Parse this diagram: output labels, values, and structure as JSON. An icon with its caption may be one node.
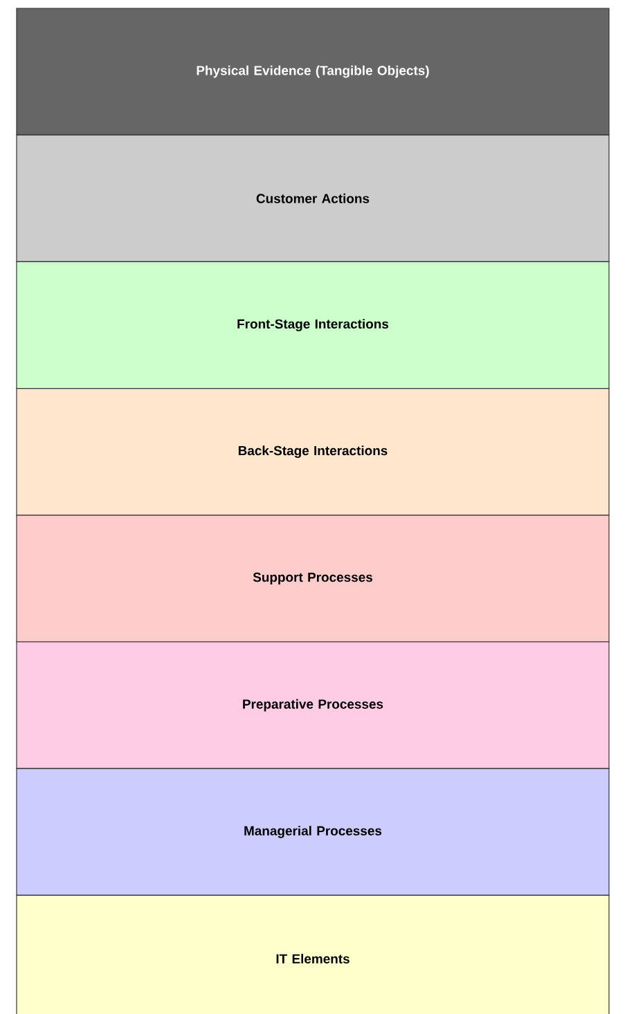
{
  "diagram": {
    "nodes": [
      {
        "text": [
          "Physical Evidence (Tangible Objects)"
        ]
      },
      {
        "text": [
          "Customer Actions"
        ]
      },
      {
        "text": [
          "Front-Stage Interactions"
        ]
      },
      {
        "text": [
          "Back-Stage Interactions"
        ]
      },
      {
        "text": [
          "Support Processes"
        ]
      },
      {
        "text": [
          "Preparative Processes"
        ]
      },
      {
        "text": [
          "Managerial Processes"
        ]
      },
      {
        "text": [
          "IT Elements"
        ]
      }
    ]
  }
}
